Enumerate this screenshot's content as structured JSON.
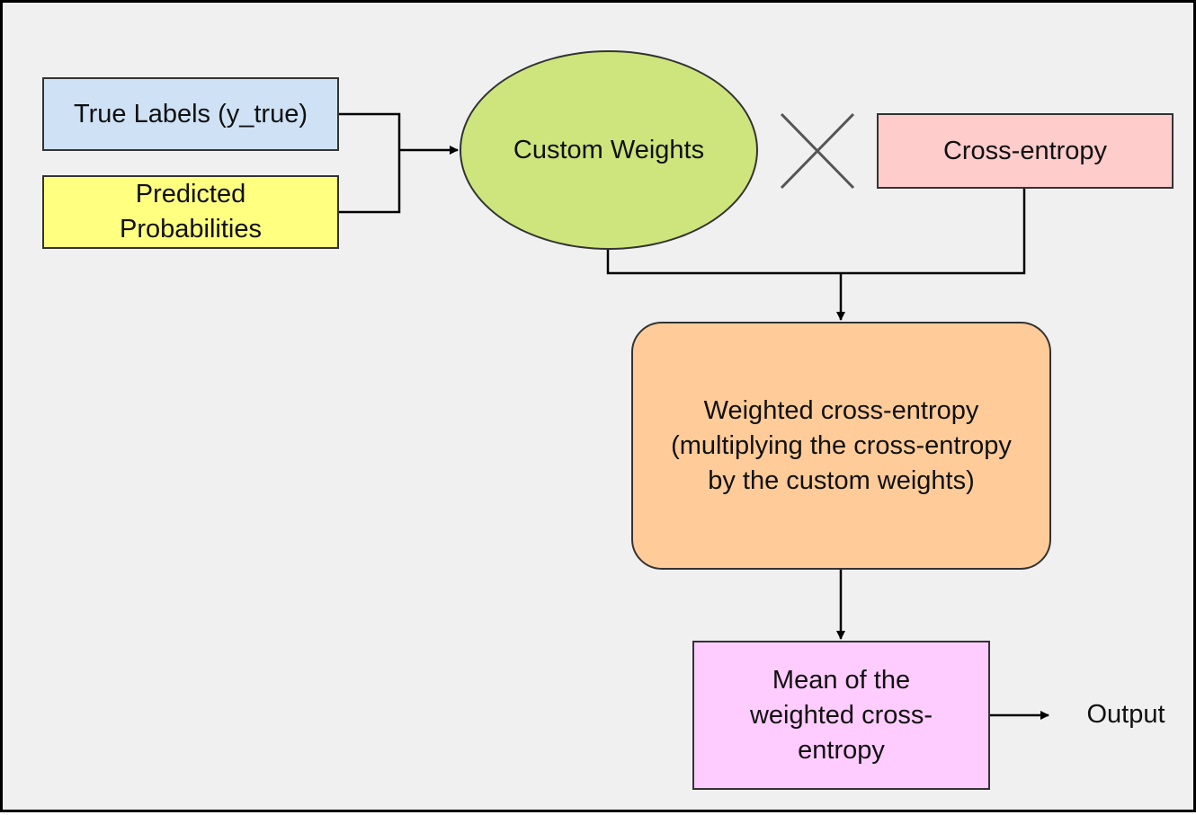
{
  "nodes": {
    "true_labels": "True Labels (y_true)",
    "predicted_probabilities": "Predicted Probabilities",
    "custom_weights": "Custom Weights",
    "cross_entropy": "Cross-entropy",
    "weighted_cross_entropy": "Weighted cross-entropy (multiplying the cross-entropy by the custom weights)",
    "mean_weighted": "Mean of the weighted cross-entropy",
    "output": "Output"
  },
  "operator": {
    "symbol": "multiply-icon"
  },
  "colors": {
    "true_labels": "#cfe2f5",
    "predicted_probabilities": "#ffff80",
    "custom_weights": "#cde57c",
    "cross_entropy": "#ffcccc",
    "weighted_cross_entropy": "#ffcc99",
    "mean_weighted": "#ffccff",
    "background": "#f0f0f0"
  }
}
